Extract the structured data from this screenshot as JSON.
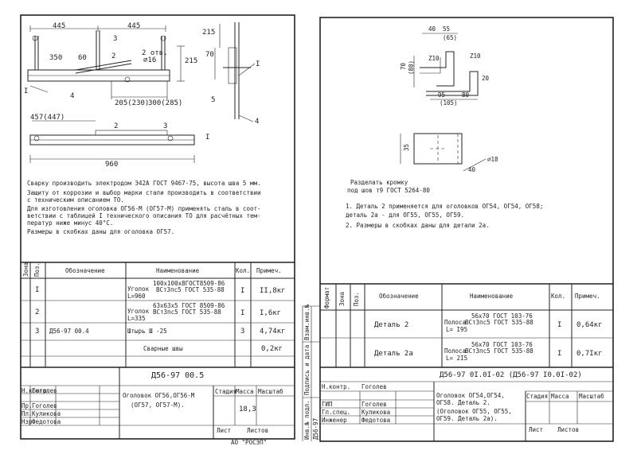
{
  "left": {
    "dims_top": {
      "a": "445",
      "b": "445",
      "ref3": "3",
      "d215": "215",
      "ref2": "2",
      "ref1": "1",
      "ref4": "4",
      "ref5": "5"
    },
    "dims_plan": {
      "d350": "350",
      "d60": "60",
      "ref2": "2",
      "holes": "2 отв.",
      "dia": "⌀16",
      "d70": "70",
      "d215r": "215",
      "ref1": "I",
      "ref4": "4",
      "d205": "205(230)",
      "d300": "300(285)"
    },
    "side_view": {
      "d215": "215",
      "d70": "70",
      "ref5": "5",
      "refI": "I",
      "ref4": "4"
    },
    "elev": {
      "d457": "457(447)",
      "ref2": "2",
      "ref3": "3",
      "refI": "I",
      "d960": "960"
    },
    "notes": [
      "Сварку производить электродом Э42А ГОСТ 9467-75, высота шва 5 мм.",
      "Защиту от коррозии и выбор марки стали производить в соответствии",
      "с техническим описанием ТО.",
      "Для изготовления оголовка ОГ56-М (ОГ57-М) применять сталь в соот-",
      "ветствии с таблицей I технического описания ТО для расчётных тем-",
      "ператур ниже минус 40°С.",
      "Размеры в скобках даны для оголовка ОГ57."
    ],
    "table_header": {
      "zone": "Зона",
      "pos": "Поз.",
      "designation": "Обозначение",
      "name": "Наименование",
      "qty": "Кол.",
      "note": "Примеч."
    },
    "rows": [
      {
        "pos": "I",
        "designation": "",
        "name1": "Уголок",
        "name2": "100х100х8ГОСТ8509-86",
        "name3": "ВСт3пс5 ГОСТ 535-88",
        "name4": "L=960",
        "qty": "I",
        "note": "II,8кг"
      },
      {
        "pos": "2",
        "designation": "",
        "name1": "Уголок",
        "name2": "63х63х5 ГОСТ 8509-86",
        "name3": "ВСт3пс5 ГОСТ 535-88",
        "name4": "L=335",
        "qty": "I",
        "note": "I,6кг"
      },
      {
        "pos": "3",
        "designation": "Д56-97 00.4",
        "name1": "Штырь Ш -25",
        "name2": "",
        "name3": "",
        "name4": "",
        "qty": "3",
        "note": "4,74кг"
      },
      {
        "pos": "",
        "designation": "",
        "name1": "Сварные швы",
        "name2": "",
        "name3": "",
        "name4": "",
        "qty": "",
        "note": "0,2кг"
      }
    ],
    "title_block": {
      "code": "Д56-97 00.5",
      "name_line1": "Оголовок ОГ56,ОГ56-М",
      "name_line2": "(ОГ57, ОГ57-М).",
      "stage": "Стадия",
      "mass": "Масса",
      "scale": "Масштаб",
      "mass_val": "18,3",
      "sheet": "Лист",
      "sheets": "Листов",
      "role1": "Н.контр.",
      "person1": "Гоголев",
      "role2": "Пр.",
      "person2": "Гоголев",
      "role3": "Пл.",
      "person3": "Куликова",
      "role4": "Нзр.",
      "person4": "Федотова",
      "org": "АО \"РОСЭП\""
    }
  },
  "right": {
    "detail_dims": {
      "d40": "40",
      "d55": "55",
      "d65": "(65)",
      "d70": "70",
      "d80a": "(80)",
      "z10a": "Z10",
      "z10b": "Z10",
      "d20": "20",
      "d95": "95",
      "d80": "80",
      "d105": "(105)"
    },
    "hole_dims": {
      "d35": "35",
      "d40": "40",
      "dia": "⌀18"
    },
    "edge_note1": "Разделать кромку",
    "edge_note2": "под шов т9 ГОСТ 5264-80",
    "notes": [
      "1. Деталь 2 применяется для оголовков ОГ54, ОГ54, ОГ58;",
      "   деталь 2а - для ОГ55, ОГ55, ОГ59.",
      "2. Размеры в скобках даны для детали 2а."
    ],
    "table_header": {
      "format": "Формат",
      "zone": "Зона",
      "pos": "Поз.",
      "designation": "Обозначение",
      "name": "Наименование",
      "qty": "Кол.",
      "note": "Примеч."
    },
    "rows": [
      {
        "designation": "Деталь 2",
        "name1": "Полоса",
        "name2": "56х70 ГОСТ 103-76",
        "name3": "ВСт3пс5 ГОСТ 535-88",
        "name4": "L= I95",
        "qty": "I",
        "note": "0,64кг"
      },
      {
        "designation": "Деталь 2а",
        "name1": "Полоса",
        "name2": "56х70 ГОСТ 103-76",
        "name3": "ВСт3пс5 ГОСТ 535-88",
        "name4": "L= 2I5",
        "qty": "I",
        "note": "0,7Iкг"
      }
    ],
    "side_labels": {
      "inv": "Инв.№ подл.",
      "sign": "Подпись и дата",
      "repl": "Взам.инв.№",
      "code": "Д56-97"
    },
    "title_block": {
      "code": "Д56-97 0I.0I-02 (Д56-97 I0.0I-02)",
      "name_line1": "Оголовок ОГ54,ОГ54,",
      "name_line2": "ОГ58. Деталь 2.",
      "name_line3": "(Оголовок ОГ55, ОГ55,",
      "name_line4": "ОГ59. Деталь 2а).",
      "stage": "Стадия",
      "mass": "Масса",
      "scale": "Масштаб",
      "sheet": "Лист",
      "sheets": "Листов",
      "role1": "Н.контр.",
      "person1": "Гоголев",
      "role2": "ГИП",
      "person2": "Гоголев",
      "role3": "Гл.спец.",
      "person3": "Куликова",
      "role4": "Инженер",
      "person4": "Федотова"
    }
  }
}
